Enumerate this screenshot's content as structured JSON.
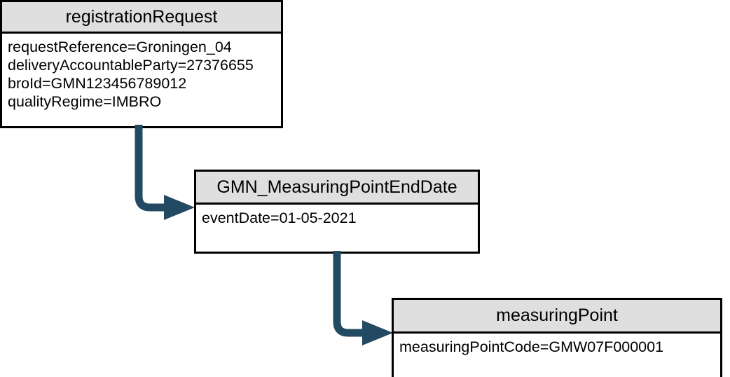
{
  "diagram": {
    "type": "uml-object-diagram",
    "background_color": "#FFFFFF",
    "header_fill_color": "#DFDFDF",
    "border_color": "#000000",
    "connector_color": "#234A63",
    "boxes": [
      {
        "id": "registrationRequest",
        "title": "registrationRequest",
        "attributes": [
          "requestReference=Groningen_04",
          "deliveryAccountableParty=27376655",
          "broId=GMN123456789012",
          "qualityRegime=IMBRO"
        ]
      },
      {
        "id": "GMN_MeasuringPointEndDate",
        "title": "GMN_MeasuringPointEndDate",
        "attributes": [
          "eventDate=01-05-2021"
        ]
      },
      {
        "id": "measuringPoint",
        "title": "measuringPoint",
        "attributes": [
          "measuringPointCode=GMW07F000001"
        ]
      }
    ],
    "connectors": [
      {
        "id": "connector-1",
        "from": "registrationRequest",
        "to": "GMN_MeasuringPointEndDate",
        "style": "elbow-arrow",
        "arrowhead": "solid-triangle"
      },
      {
        "id": "connector-2",
        "from": "GMN_MeasuringPointEndDate",
        "to": "measuringPoint",
        "style": "elbow-arrow",
        "arrowhead": "solid-triangle"
      }
    ]
  }
}
